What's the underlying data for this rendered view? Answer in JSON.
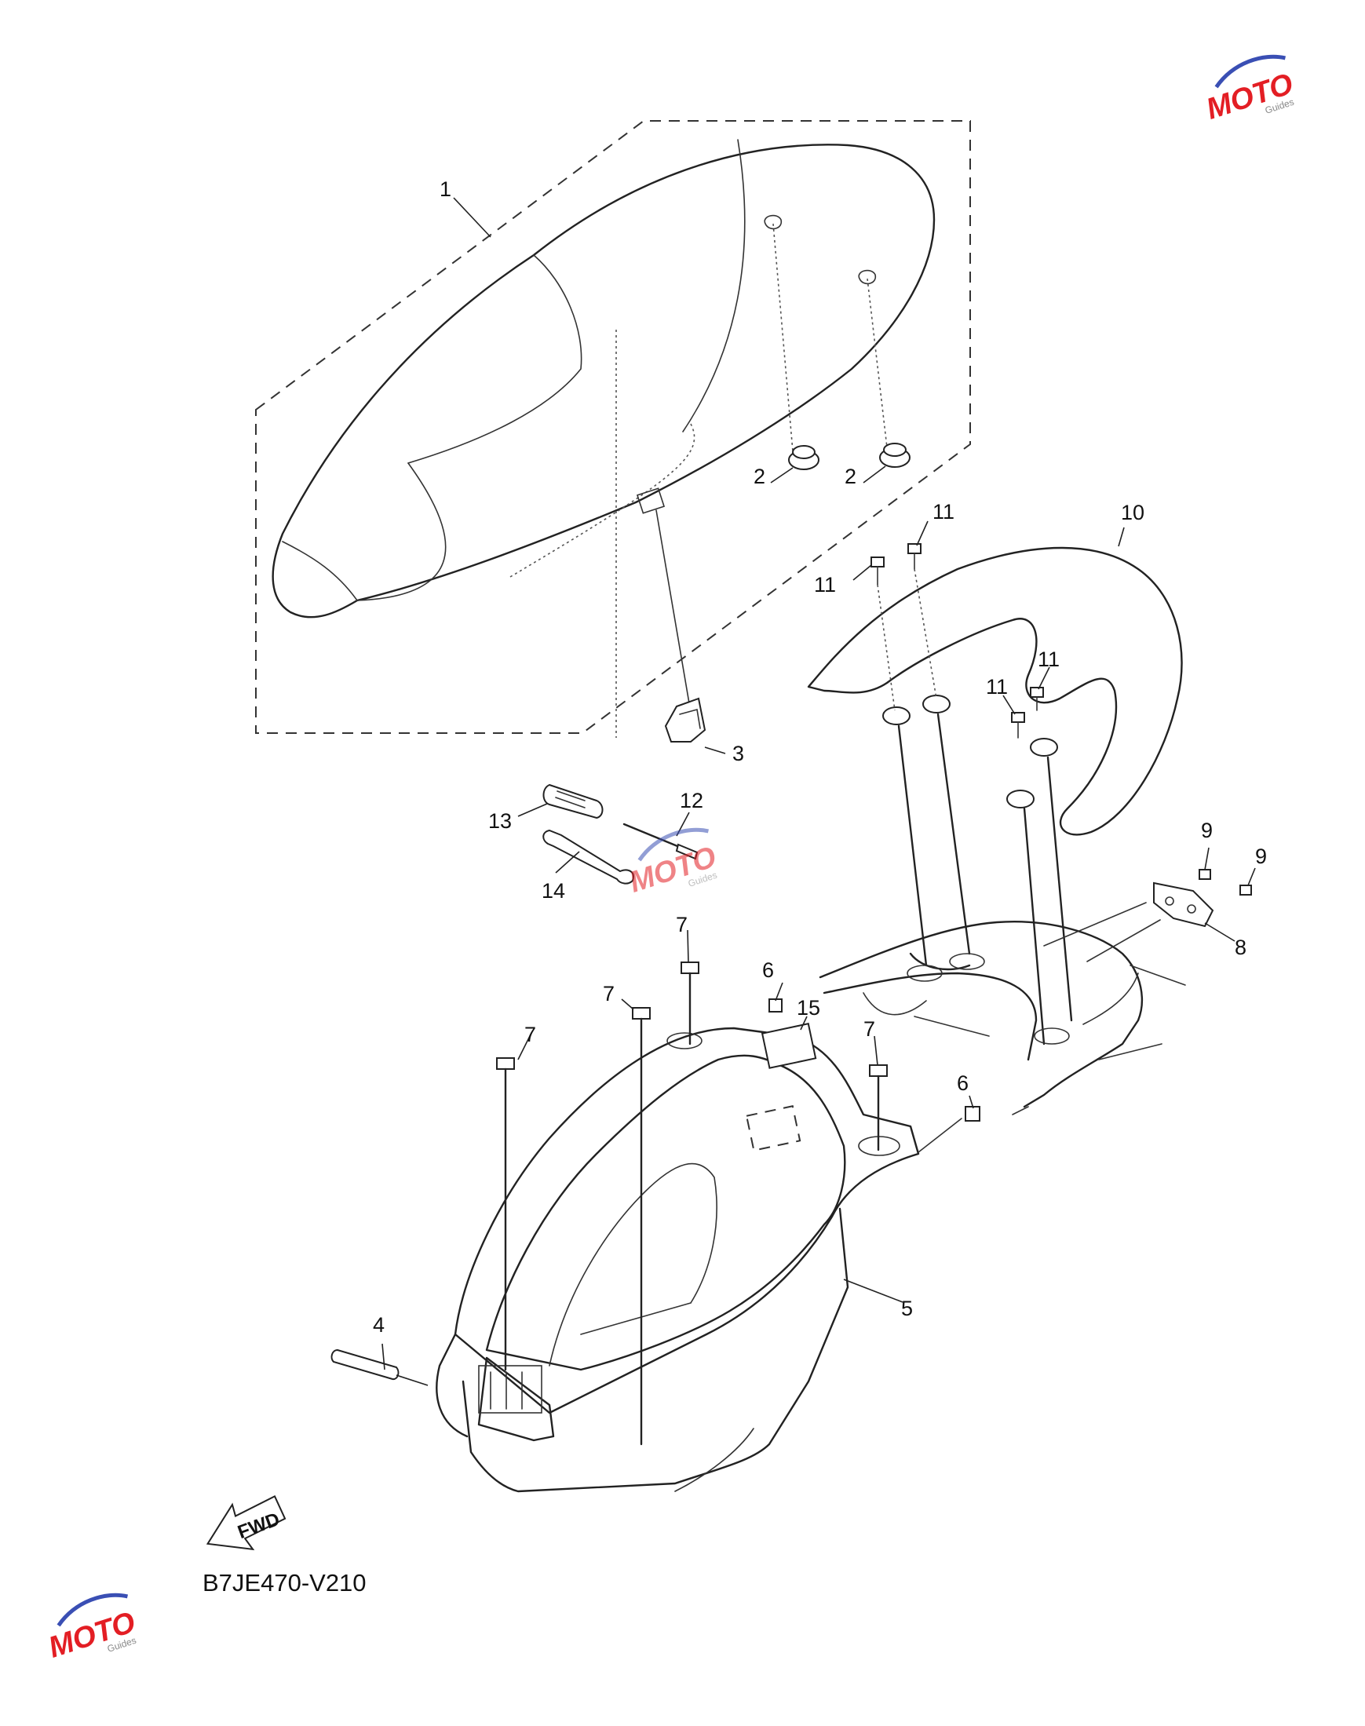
{
  "diagram": {
    "code": "B7JE470-V210",
    "fwd_label": "FWD",
    "callouts": [
      {
        "n": "1"
      },
      {
        "n": "2"
      },
      {
        "n": "2"
      },
      {
        "n": "3"
      },
      {
        "n": "4"
      },
      {
        "n": "5"
      },
      {
        "n": "6"
      },
      {
        "n": "6"
      },
      {
        "n": "7"
      },
      {
        "n": "7"
      },
      {
        "n": "7"
      },
      {
        "n": "7"
      },
      {
        "n": "8"
      },
      {
        "n": "9"
      },
      {
        "n": "9"
      },
      {
        "n": "10"
      },
      {
        "n": "11"
      },
      {
        "n": "11"
      },
      {
        "n": "11"
      },
      {
        "n": "11"
      },
      {
        "n": "12"
      },
      {
        "n": "13"
      },
      {
        "n": "14"
      },
      {
        "n": "15"
      }
    ]
  },
  "watermark": {
    "text": "MOTO",
    "subtext": "Guides",
    "color": "#e31e24"
  }
}
